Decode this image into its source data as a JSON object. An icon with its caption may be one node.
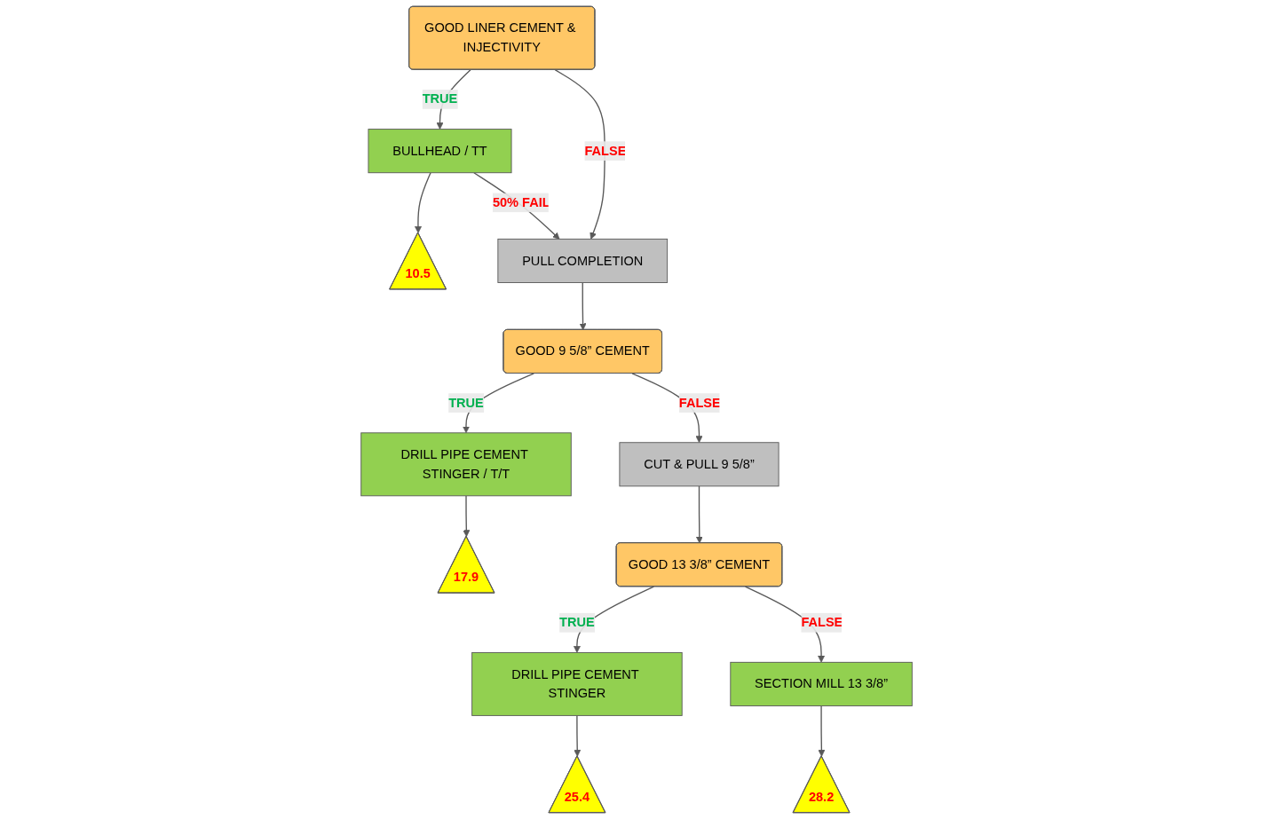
{
  "diagram": {
    "nodes": [
      {
        "text": [
          "GOOD LINER CEMENT & INJECTIVITY"
        ]
      },
      {
        "text": [
          "BULLHEAD / TT"
        ]
      },
      {
        "text": [
          "10.5"
        ]
      },
      {
        "text": [
          "PULL COMPLETION"
        ]
      },
      {
        "text": [
          "GOOD 9 5/8” CEMENT"
        ]
      },
      {
        "text": [
          "DRILL PIPE CEMENT STINGER / T/T"
        ]
      },
      {
        "text": [
          "17.9"
        ]
      },
      {
        "text": [
          "CUT & PULL 9 5/8”"
        ]
      },
      {
        "text": [
          "GOOD 13 3/8” CEMENT"
        ]
      },
      {
        "text": [
          "DRILL PIPE CEMENT STINGER"
        ]
      },
      {
        "text": [
          "25.4"
        ]
      },
      {
        "text": [
          "SECTION MILL 13 3/8”"
        ]
      },
      {
        "text": [
          "28.2"
        ]
      }
    ],
    "edges": [
      {
        "from": 0,
        "to": 1,
        "arrow": "to",
        "label": "TRUE"
      },
      {
        "from": 1,
        "to": 2,
        "arrow": "to"
      },
      {
        "from": 0,
        "to": 3,
        "arrow": "to",
        "label": "FALSE"
      },
      {
        "from": 1,
        "to": 3,
        "arrow": "to",
        "label": "50% FAIL"
      },
      {
        "from": 3,
        "to": 4,
        "arrow": "to"
      },
      {
        "from": 4,
        "to": 5,
        "arrow": "to",
        "label": "TRUE"
      },
      {
        "from": 5,
        "to": 6,
        "arrow": "to"
      },
      {
        "from": 4,
        "to": 7,
        "arrow": "to",
        "label": "FALSE"
      },
      {
        "from": 7,
        "to": 8,
        "arrow": "to"
      },
      {
        "from": 8,
        "to": 9,
        "arrow": "to",
        "label": "TRUE"
      },
      {
        "from": 9,
        "to": 10,
        "arrow": "to"
      },
      {
        "from": 8,
        "to": 11,
        "arrow": "to",
        "label": "FALSE"
      },
      {
        "from": 11,
        "to": 12,
        "arrow": "to"
      }
    ]
  }
}
